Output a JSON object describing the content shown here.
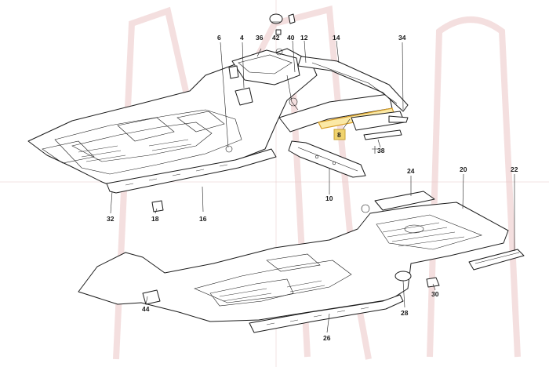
{
  "diagram": {
    "callouts": {
      "p4": "4",
      "p6": "6",
      "p8": "8",
      "p10": "10",
      "p12": "12",
      "p14": "14",
      "p16": "16",
      "p18": "18",
      "p20": "20",
      "p22": "22",
      "p24": "24",
      "p26": "26",
      "p28": "28",
      "p30": "30",
      "p32": "32",
      "p34": "34",
      "p36": "36",
      "p38": "38",
      "p40": "40",
      "p42": "42",
      "p44": "44"
    },
    "highlighted_part": "8",
    "colors": {
      "highlight_fill": "#fbe9a6",
      "highlight_stroke": "#d9a02a",
      "badge_fill": "#f0d36e",
      "watermark": "#e7b9b9",
      "line": "#1b1b1b"
    },
    "watermark_motif": "large stylized M"
  }
}
